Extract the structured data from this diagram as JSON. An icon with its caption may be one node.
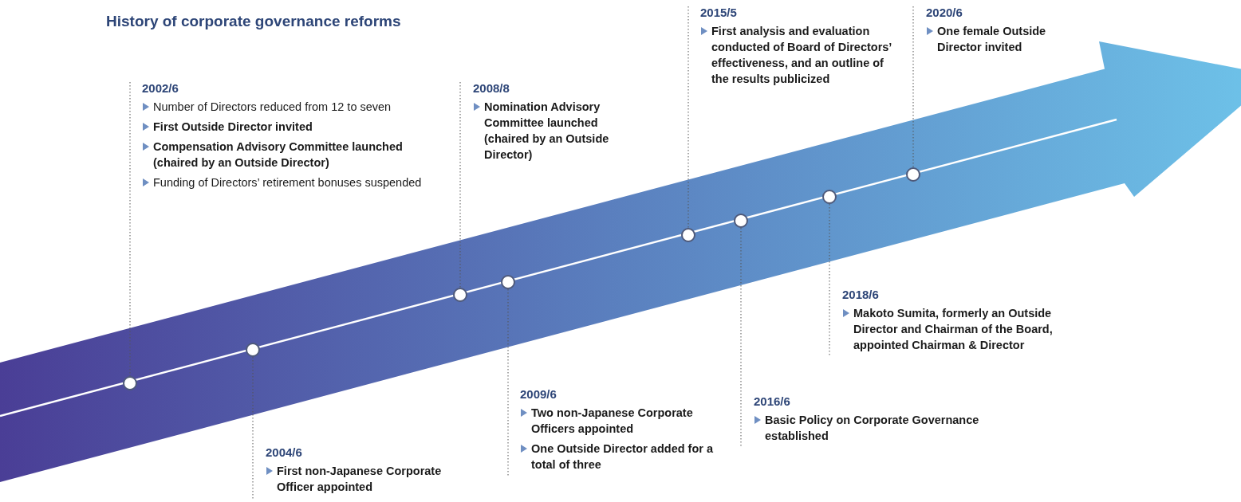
{
  "diagram": {
    "title": "History of corporate governance reforms",
    "nodes": [
      {
        "text": [
          "2002/6",
          "Number of Directors reduced from 12 to seven",
          "**First Outside Director invited**",
          "**Compensation Advisory Committee launched (chaired by an Outside Director)**",
          "Funding of Directors’ retirement bonuses suspended"
        ]
      },
      {
        "text": [],
        "shape": "circle"
      },
      {
        "text": [
          "2004/6",
          "**First non-Japanese Corporate Officer appointed**"
        ]
      },
      {
        "text": [],
        "shape": "circle"
      },
      {
        "text": [
          "2008/8",
          "**Nomination Advisory Committee launched (chaired by an Outside Director)**"
        ]
      },
      {
        "text": [],
        "shape": "circle"
      },
      {
        "text": [
          "2009/6",
          "**Two non-Japanese Corporate Officers appointed**",
          "**One Outside Director added for a total of three**"
        ]
      },
      {
        "text": [],
        "shape": "circle"
      },
      {
        "text": [
          "2015/5",
          "**First analysis and evaluation conducted of Board of Directors’ effectiveness, and an outline of the results publicized**"
        ]
      },
      {
        "text": [],
        "shape": "circle"
      },
      {
        "text": [
          "2016/6",
          "**Basic Policy on Corporate Governance established**"
        ]
      },
      {
        "text": [],
        "shape": "circle"
      },
      {
        "text": [
          "2018/6",
          "**Makoto Sumita, formerly an Outside Director and Chairman of the Board, appointed Chairman & Director**"
        ]
      },
      {
        "text": [],
        "shape": "circle"
      },
      {
        "text": [
          "2020/6",
          "**One female Outside Director invited**"
        ]
      },
      {
        "text": [],
        "shape": "circle"
      }
    ],
    "edges": [
      {
        "from": 0,
        "to": 1,
        "arrow": "none",
        "style": "dashed"
      },
      {
        "from": 2,
        "to": 3,
        "arrow": "none",
        "style": "dashed"
      },
      {
        "from": 4,
        "to": 5,
        "arrow": "none",
        "style": "dashed"
      },
      {
        "from": 6,
        "to": 7,
        "arrow": "none",
        "style": "dashed"
      },
      {
        "from": 8,
        "to": 9,
        "arrow": "none",
        "style": "dashed"
      },
      {
        "from": 10,
        "to": 11,
        "arrow": "none",
        "style": "dashed"
      },
      {
        "from": 12,
        "to": 13,
        "arrow": "none",
        "style": "dashed"
      },
      {
        "from": 14,
        "to": 15,
        "arrow": "none",
        "style": "dashed"
      }
    ]
  }
}
